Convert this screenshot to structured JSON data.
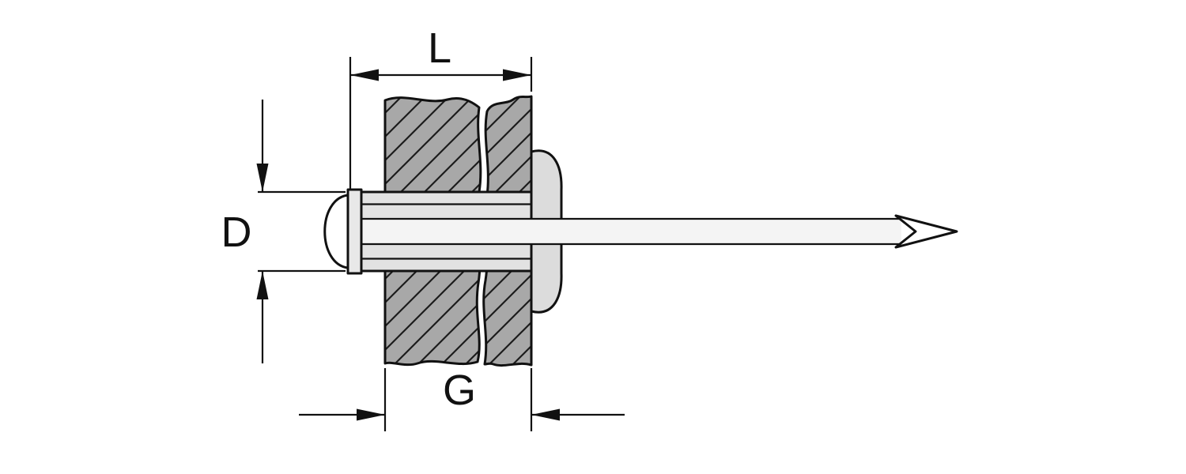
{
  "dimensions": {
    "length_label": "L",
    "diameter_label": "D",
    "grip_label": "G"
  },
  "colors": {
    "background": "#ffffff",
    "line": "#111111",
    "plate_fill": "#a8a8a8",
    "sleeve_fill": "#e2e2e2",
    "flange_fill": "#e8e8e8",
    "bulge_fill": "#dcdcdc",
    "mandrel_fill": "#f4f4f4",
    "head_fill": "#ffffff"
  }
}
